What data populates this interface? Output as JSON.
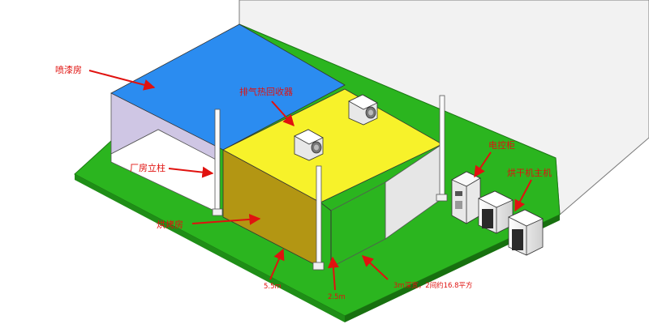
{
  "labels": {
    "spray_booth": "喷漆房",
    "exhaust_heat_recovery": "排气热回收器",
    "factory_column": "厂房立柱",
    "drying_room": "烘烤房",
    "control_cabinet": "电控柜",
    "dryer_main_unit": "烘干机主机",
    "dim_length": "5.5m",
    "dim_height": "2.5m",
    "dim_note": "3m深宽，2间约16.8平方"
  },
  "colors": {
    "floor": "#2bb51f",
    "floor_edge": "#1c7a14",
    "back_wall": "#f2f2f2",
    "spray_roof": "#2b8cf0",
    "spray_side": "#cfc6e4",
    "dry_roof": "#f7f22a",
    "dry_front": "#b39613",
    "annotation": "#e0120f"
  }
}
